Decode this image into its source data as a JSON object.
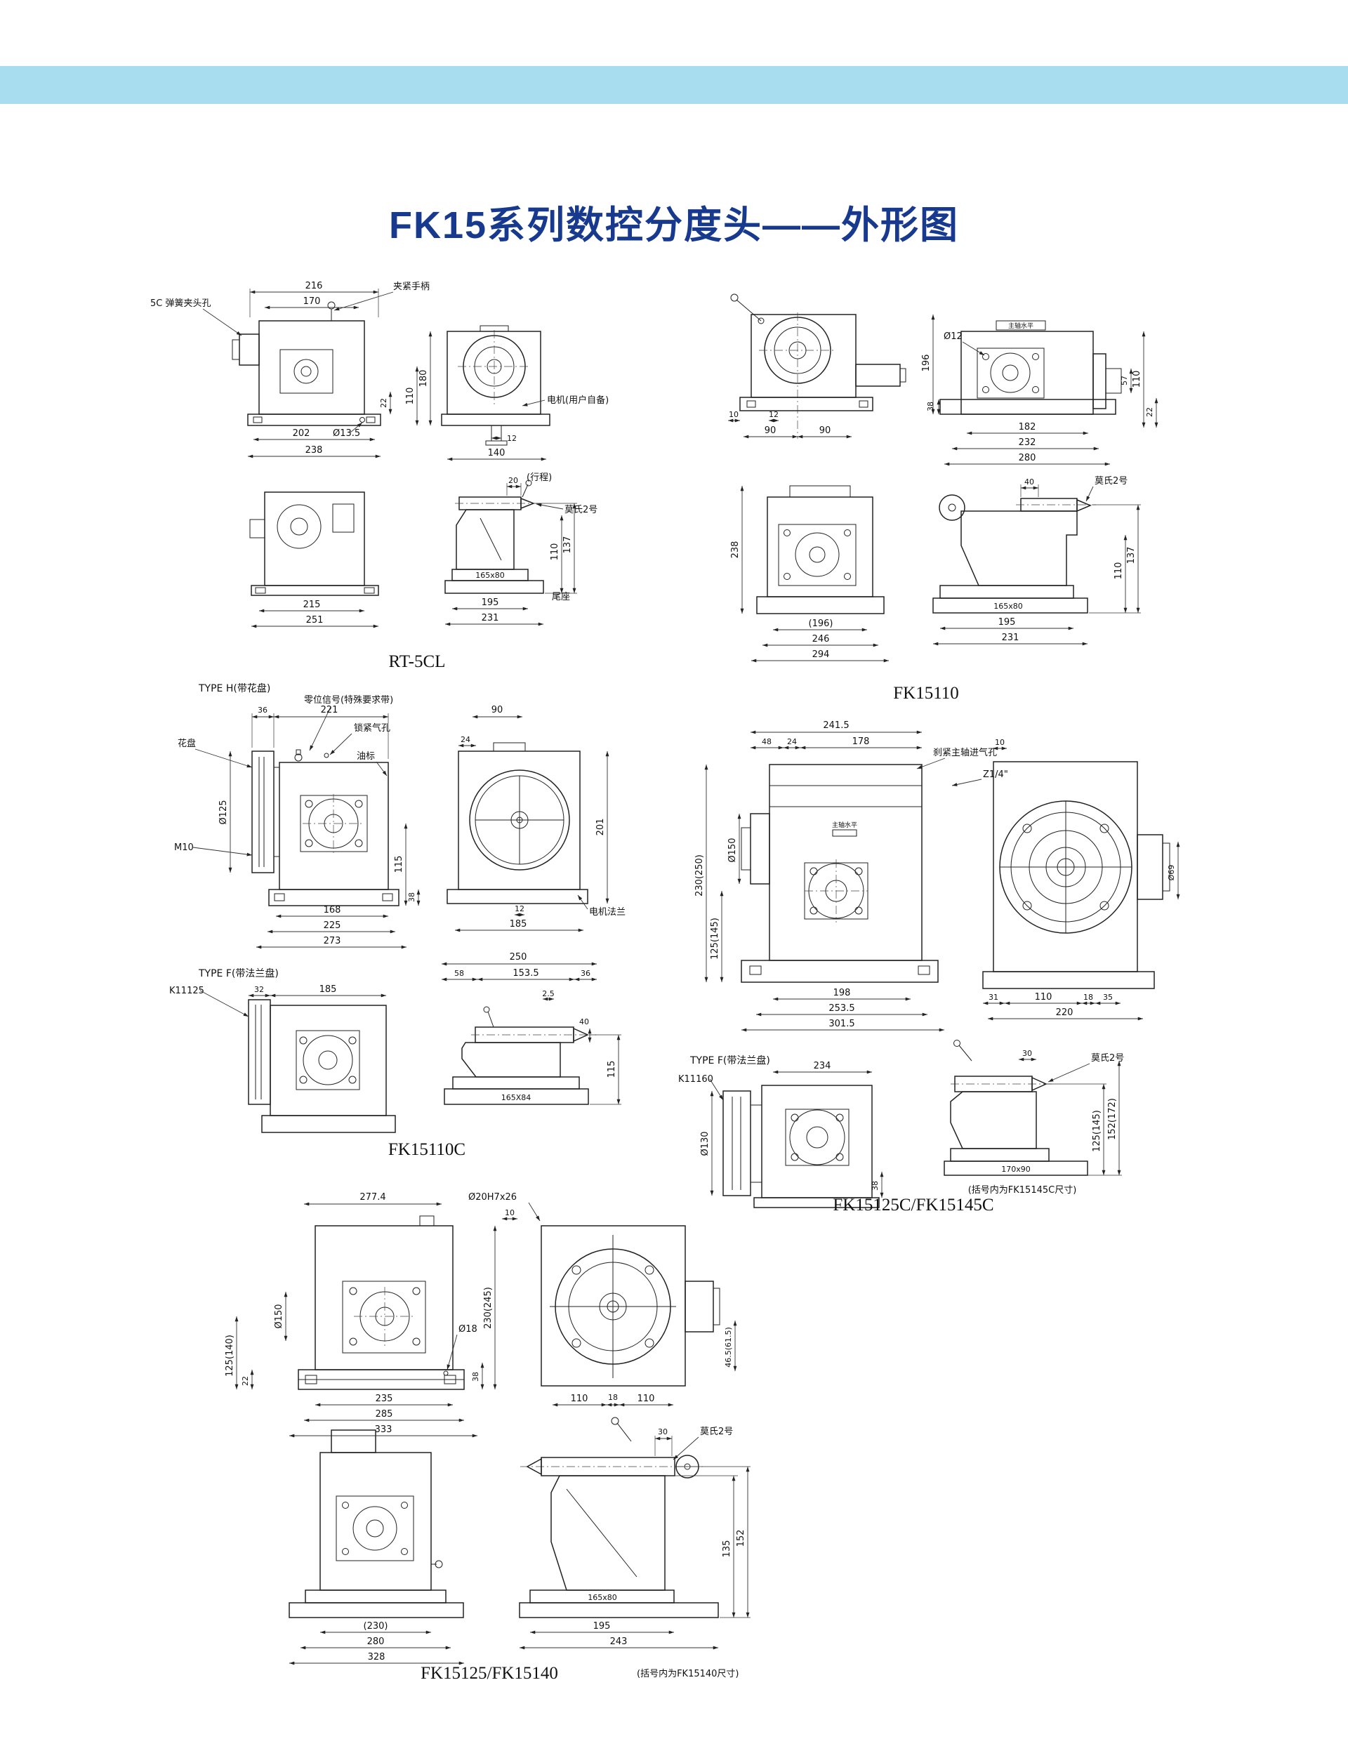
{
  "page": {
    "title": "FK15系列数控分度头——外形图"
  },
  "g1": {
    "caption": "RT-5CL",
    "callout_collet": "5C 弹簧夹头孔",
    "callout_handle": "夹紧手柄",
    "callout_motor": "电机(用户自备)",
    "callout_morse": "莫氏2号",
    "label_stroke": "(行程)",
    "label_tailstock": "尾座",
    "d216": "216",
    "d170": "170",
    "d22": "22",
    "d180": "180",
    "d110_side": "110",
    "d202": "202",
    "d13_5": "Ø13.5",
    "d238": "238",
    "d12": "12",
    "d140": "140",
    "d215": "215",
    "d251": "251",
    "d20": "20",
    "d137": "137",
    "d110_ts": "110",
    "pad": "165x80",
    "d195": "195",
    "d231": "231"
  },
  "g2": {
    "caption": "FK15110",
    "label_level": "主轴水平",
    "callout_dia12": "Ø12",
    "callout_morse": "莫氏2号",
    "d196": "196",
    "d57": "57",
    "d38": "38",
    "d110_side": "110",
    "d22": "22",
    "d182": "182",
    "d232": "232",
    "d280": "280",
    "d10": "10",
    "d12": "12",
    "d90a": "90",
    "d90b": "90",
    "d238": "238",
    "d196p": "(196)",
    "d246": "246",
    "d294": "294",
    "d40": "40",
    "d137": "137",
    "d110_ts": "110",
    "pad": "165x80",
    "d195": "195",
    "d231": "231"
  },
  "g3": {
    "caption": "FK15110C",
    "type_h": "TYPE H(带花盘)",
    "type_f": "TYPE F(带法兰盘)",
    "callout_faceplate": "花盘",
    "callout_zero": "零位信号(特殊要求带)",
    "callout_air": "锁紧气孔",
    "callout_oil": "油标",
    "callout_motor_flange": "电机法兰",
    "callout_k": "K11125",
    "callout_m10": "M10",
    "d221": "221",
    "d36": "36",
    "d90": "90",
    "d24": "24",
    "d125": "Ø125",
    "d115": "115",
    "d38": "38",
    "d168": "168",
    "d225": "225",
    "d273": "273",
    "d201": "201",
    "d12": "12",
    "d185": "185",
    "d32": "32",
    "d185b": "185",
    "d250": "250",
    "d58": "58",
    "d153_5": "153.5",
    "d36b": "36",
    "d2_5": "2.5",
    "d40": "40",
    "d115b": "115",
    "pad": "165X84"
  },
  "g4": {
    "caption": "FK15125C/FK15145C",
    "note": "(括号内为FK15145C尺寸)",
    "type_f": "TYPE F(带法兰盘)",
    "callout_air": "刹紧主轴进气孔",
    "callout_z": "Z1/4\"",
    "label_level": "主轴水平",
    "callout_k": "K11160",
    "callout_morse": "莫氏2号",
    "d241_5": "241.5",
    "d48": "48",
    "d24": "24",
    "d178": "178",
    "d10": "10",
    "d230": "230(250)",
    "d125": "125(145)",
    "d150": "Ø150",
    "d198": "198",
    "d253_5": "253.5",
    "d301_5": "301.5",
    "d31": "31",
    "d110": "110",
    "d18": "18",
    "d35": "35",
    "d220": "220",
    "d69": "Ø69",
    "d234": "234",
    "d130": "Ø130",
    "d38": "38",
    "d30": "30",
    "d125b": "125(145)",
    "d152": "152(172)",
    "pad": "170x90"
  },
  "g5": {
    "caption": "FK15125/FK15140",
    "note": "(括号内为FK15140尺寸)",
    "callout_plug": "Ø20H7x26",
    "callout_d18": "Ø18",
    "callout_morse": "莫氏2号",
    "d277_4": "277.4",
    "d10": "10",
    "d150": "Ø150",
    "d230": "230(245)",
    "d125": "125(140)",
    "d22": "22",
    "d38": "38",
    "d235": "235",
    "d285": "285",
    "d333": "333",
    "d110a": "110",
    "d18": "18",
    "d110b": "110",
    "d46_5": "46.5(61.5)",
    "d230p": "(230)",
    "d280": "280",
    "d328": "328",
    "d30": "30",
    "d135": "135",
    "d152": "152",
    "pad": "165x80",
    "d195": "195",
    "d243": "243"
  }
}
